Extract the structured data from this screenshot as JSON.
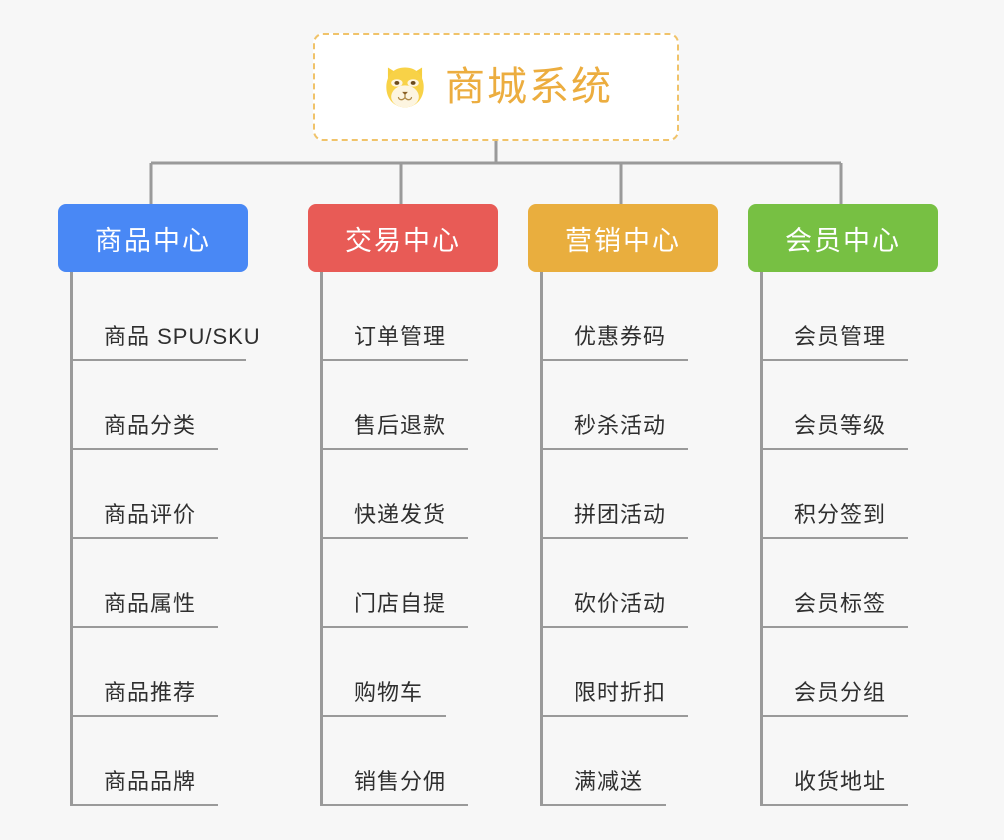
{
  "page": {
    "background_color": "#f7f7f7",
    "type": "mind-map"
  },
  "root": {
    "title": "商城系统",
    "icon": "shiba-dog-face-icon",
    "text_color": "#ecad3f",
    "border_color": "#f0c36a",
    "background_color": "#ffffff"
  },
  "connector": {
    "color": "#9a9a9a"
  },
  "branches": [
    {
      "label": "商品中心",
      "color": "#4988f5",
      "items": [
        {
          "label": "商品 SPU/SKU"
        },
        {
          "label": "商品分类"
        },
        {
          "label": "商品评价"
        },
        {
          "label": "商品属性"
        },
        {
          "label": "商品推荐"
        },
        {
          "label": "商品品牌"
        }
      ]
    },
    {
      "label": "交易中心",
      "color": "#e85b56",
      "items": [
        {
          "label": "订单管理"
        },
        {
          "label": "售后退款"
        },
        {
          "label": "快递发货"
        },
        {
          "label": "门店自提"
        },
        {
          "label": "购物车"
        },
        {
          "label": "销售分佣"
        }
      ]
    },
    {
      "label": "营销中心",
      "color": "#e9ae3e",
      "items": [
        {
          "label": "优惠券码"
        },
        {
          "label": "秒杀活动"
        },
        {
          "label": "拼团活动"
        },
        {
          "label": "砍价活动"
        },
        {
          "label": "限时折扣"
        },
        {
          "label": "满减送"
        }
      ]
    },
    {
      "label": "会员中心",
      "color": "#77c043",
      "items": [
        {
          "label": "会员管理"
        },
        {
          "label": "会员等级"
        },
        {
          "label": "积分签到"
        },
        {
          "label": "会员标签"
        },
        {
          "label": "会员分组"
        },
        {
          "label": "收货地址"
        }
      ]
    }
  ]
}
